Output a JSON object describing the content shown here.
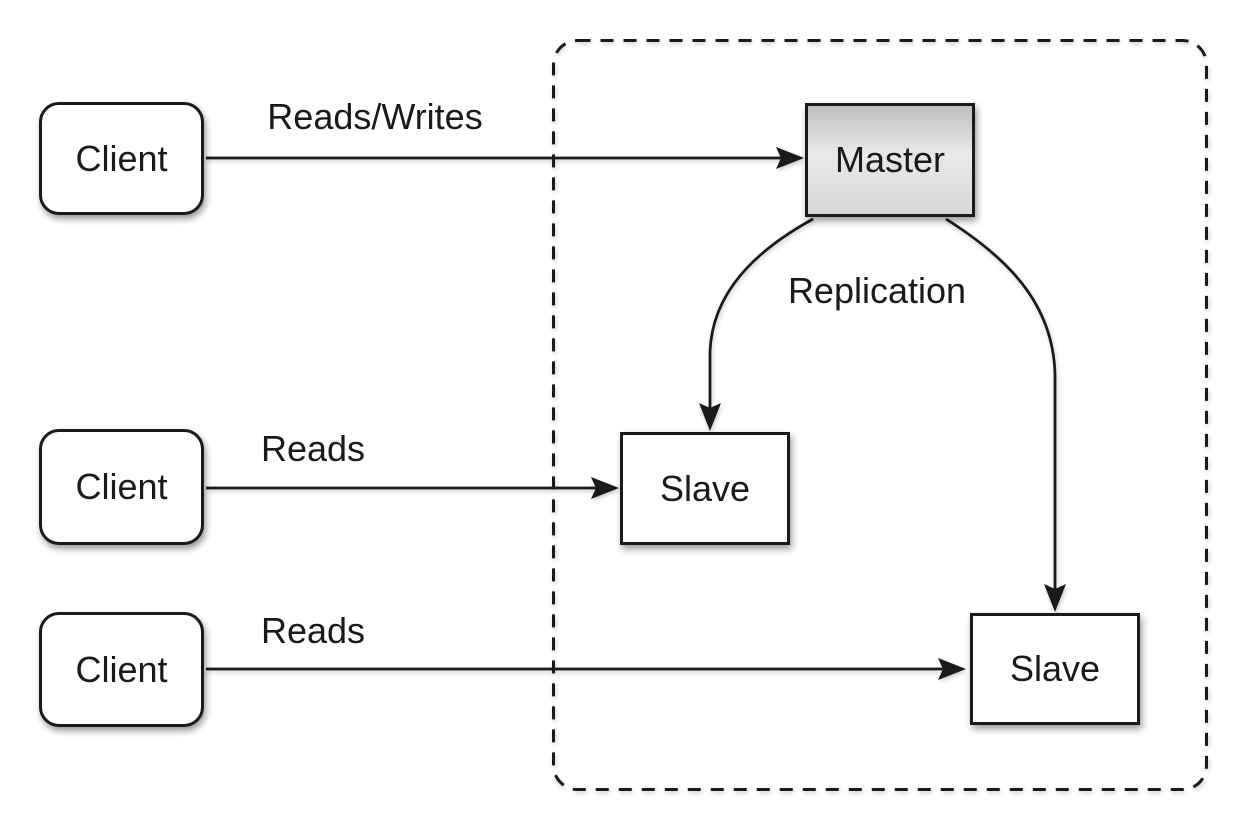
{
  "diagram": {
    "clients": [
      {
        "label": "Client"
      },
      {
        "label": "Client"
      },
      {
        "label": "Client"
      }
    ],
    "master": {
      "label": "Master"
    },
    "slaves": [
      {
        "label": "Slave"
      },
      {
        "label": "Slave"
      }
    ],
    "labels": {
      "reads_writes": "Reads/Writes",
      "reads_1": "Reads",
      "reads_2": "Reads",
      "replication": "Replication"
    },
    "edges": [
      {
        "name": "reads-writes",
        "from": "client-1",
        "to": "master",
        "label": "Reads/Writes"
      },
      {
        "name": "reads-slave-1",
        "from": "client-2",
        "to": "slave-1",
        "label": "Reads"
      },
      {
        "name": "reads-slave-2",
        "from": "client-3",
        "to": "slave-2",
        "label": "Reads"
      },
      {
        "name": "replication-to-slave-1",
        "from": "master",
        "to": "slave-1",
        "label": "Replication"
      },
      {
        "name": "replication-to-slave-2",
        "from": "master",
        "to": "slave-2",
        "label": "Replication"
      }
    ],
    "colors": {
      "line": "#1a1a1a",
      "border": "#1a1a1a",
      "text": "#1a1a1a",
      "node_fill": "#ffffff",
      "master_top": "#bfbfbf",
      "master_bottom": "#d7d7d7",
      "background": "#ffffff"
    }
  }
}
